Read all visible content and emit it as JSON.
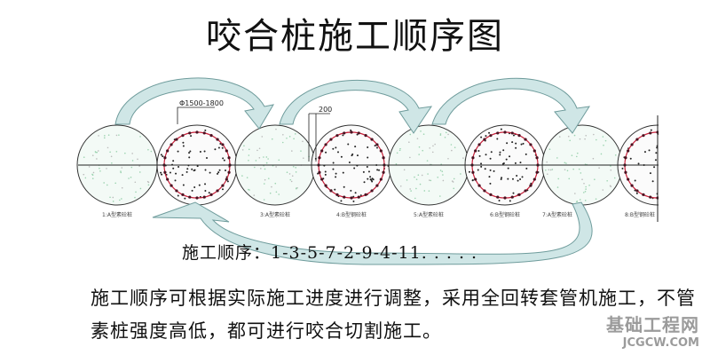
{
  "title": "咬合桩施工顺序图",
  "diagram": {
    "diameter_label": "Φ1500-1800",
    "overlap_label": "200",
    "piles": [
      {
        "label": "1:A型素砼桩",
        "type": "plain"
      },
      {
        "label": "",
        "type": "reinforced"
      },
      {
        "label": "3:A型素砼桩",
        "type": "plain"
      },
      {
        "label": "4:B型钢砼桩",
        "type": "reinforced"
      },
      {
        "label": "5:A型素砼桩",
        "type": "plain"
      },
      {
        "label": "6:B型钢砼桩",
        "type": "reinforced"
      },
      {
        "label": "7:A型素砼桩",
        "type": "plain"
      },
      {
        "label": "8:B型钢砼桩",
        "type": "reinforced"
      }
    ],
    "colors": {
      "arrow": "#cfe6e6",
      "arrow_stroke": "#6f9c9c",
      "rebar": "#c8203a"
    }
  },
  "sequence": "施工顺序：1-3-5-7-2-9-4-11. . . . .",
  "paragraph": "施工顺序可根据实际施工进度进行调整，采用全回转套管机施工，不管素桩强度高低，都可进行咬合切割施工。",
  "watermark": {
    "cn": "基础工程网",
    "en": "JCGCW.COM"
  }
}
